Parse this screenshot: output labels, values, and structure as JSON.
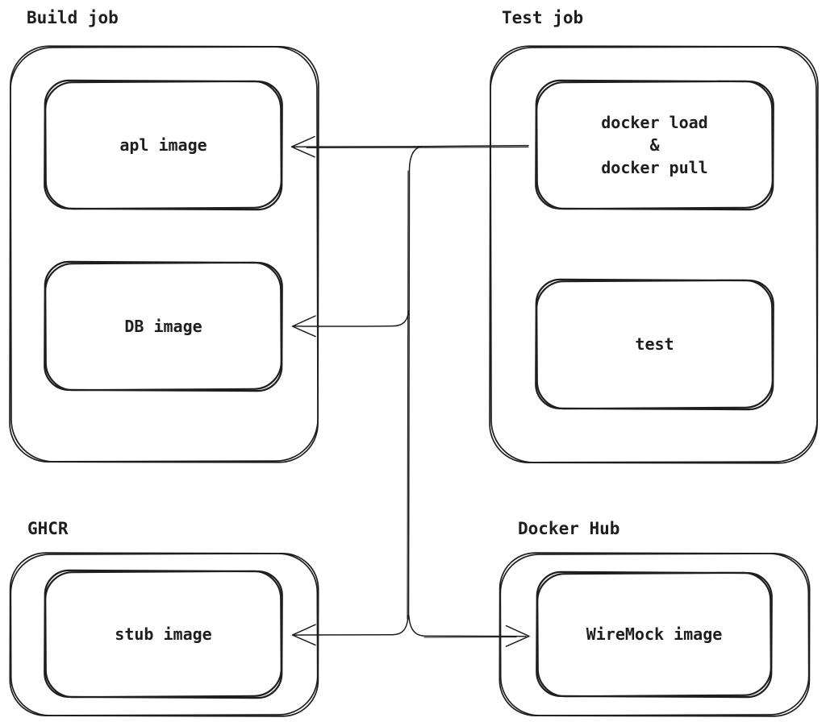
{
  "diagram": {
    "type": "flow-diagram",
    "style": "hand-drawn-sketch",
    "background": "#ffffff",
    "stroke_color": "#1e1e1e",
    "groups": [
      {
        "id": "build-job",
        "label": "Build job",
        "nodes": [
          "apl image",
          "DB image"
        ]
      },
      {
        "id": "test-job",
        "label": "Test job",
        "nodes": [
          "docker load & docker pull",
          "test"
        ]
      },
      {
        "id": "ghcr",
        "label": "GHCR",
        "nodes": [
          "stub image"
        ]
      },
      {
        "id": "docker-hub",
        "label": "Docker Hub",
        "nodes": [
          "WireMock image"
        ]
      }
    ],
    "edges": [
      {
        "from": "docker load & docker pull",
        "to": "apl image",
        "arrow": "into-target"
      },
      {
        "from": "docker load & docker pull",
        "to": "DB image",
        "arrow": "into-target"
      },
      {
        "from": "docker load & docker pull",
        "to": "stub image",
        "arrow": "into-target"
      },
      {
        "from": "docker load & docker pull",
        "to": "WireMock image",
        "arrow": "into-target"
      }
    ]
  },
  "labels": {
    "build_job": "Build job",
    "test_job": "Test job",
    "ghcr": "GHCR",
    "docker_hub": "Docker Hub",
    "apl_image": "apl image",
    "db_image": "DB image",
    "docker_load_l1": "docker load",
    "docker_load_l2": "&",
    "docker_load_l3": "docker pull",
    "test": "test",
    "stub_image": "stub image",
    "wiremock_image": "WireMock image"
  }
}
